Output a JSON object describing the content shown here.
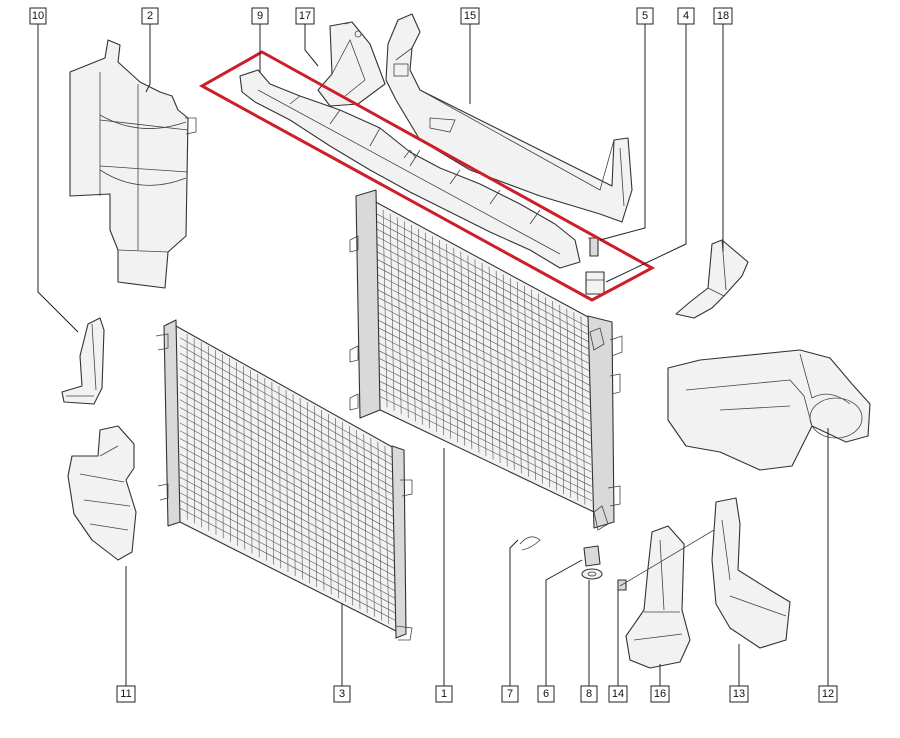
{
  "callouts": [
    {
      "id": "c10",
      "label": "10"
    },
    {
      "id": "c2",
      "label": "2"
    },
    {
      "id": "c9",
      "label": "9"
    },
    {
      "id": "c17",
      "label": "17"
    },
    {
      "id": "c15",
      "label": "15"
    },
    {
      "id": "c5",
      "label": "5"
    },
    {
      "id": "c4",
      "label": "4"
    },
    {
      "id": "c18",
      "label": "18"
    },
    {
      "id": "c11",
      "label": "11"
    },
    {
      "id": "c3",
      "label": "3"
    },
    {
      "id": "c1",
      "label": "1"
    },
    {
      "id": "c7",
      "label": "7"
    },
    {
      "id": "c6",
      "label": "6"
    },
    {
      "id": "c8",
      "label": "8"
    },
    {
      "id": "c14",
      "label": "14"
    },
    {
      "id": "c16",
      "label": "16"
    },
    {
      "id": "c13",
      "label": "13"
    },
    {
      "id": "c12",
      "label": "12"
    }
  ],
  "colors": {
    "highlight": "#cc1f2a",
    "line": "#222222",
    "background": "#ffffff"
  }
}
